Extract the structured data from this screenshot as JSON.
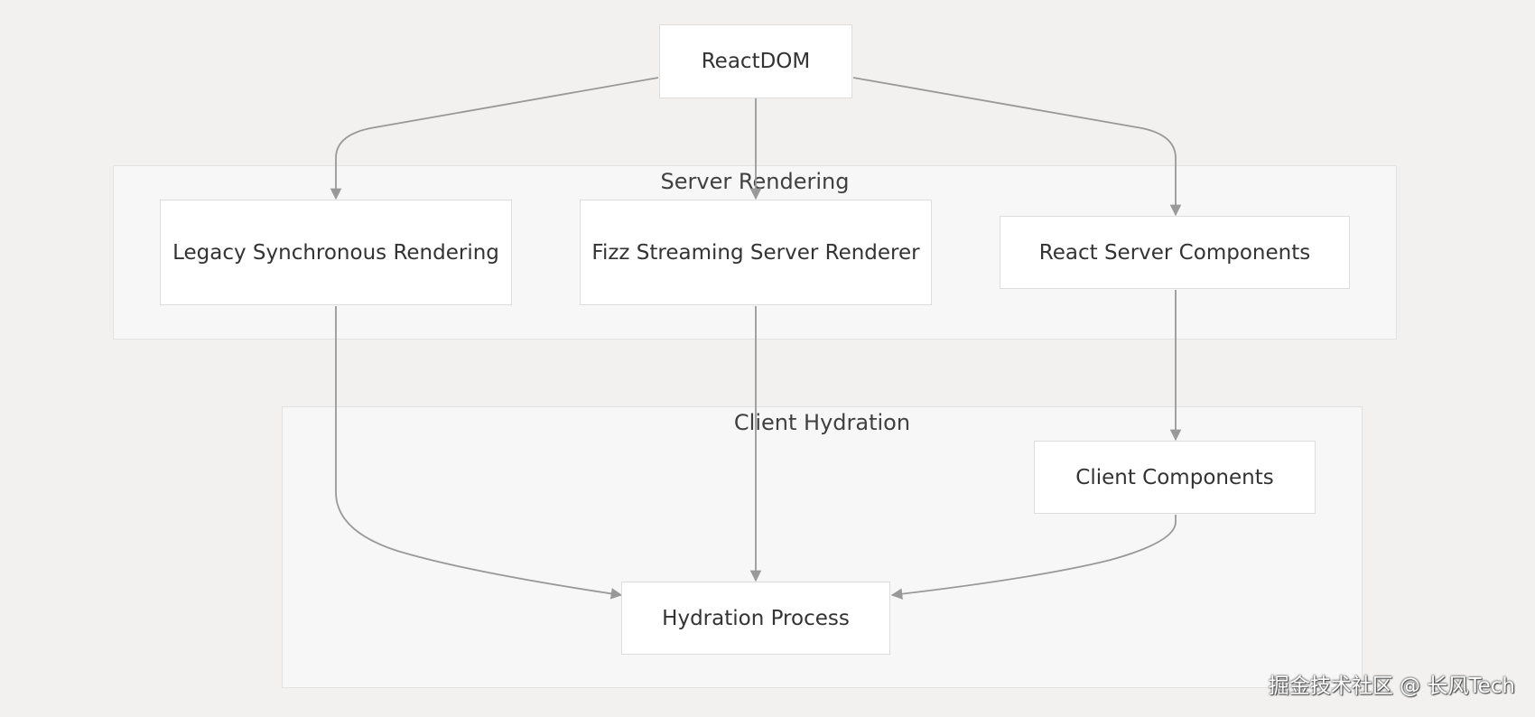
{
  "diagram": {
    "clusters": {
      "server": {
        "label": "Server Rendering"
      },
      "client": {
        "label": "Client Hydration"
      }
    },
    "nodes": {
      "reactdom": "ReactDOM",
      "legacy": "Legacy Synchronous Rendering",
      "fizz": "Fizz Streaming Server Renderer",
      "rsc": "React Server Components",
      "client_components": "Client Components",
      "hydration": "Hydration Process"
    },
    "edges": [
      {
        "from": "ReactDOM",
        "to": "Legacy Synchronous Rendering"
      },
      {
        "from": "ReactDOM",
        "to": "Fizz Streaming Server Renderer"
      },
      {
        "from": "ReactDOM",
        "to": "React Server Components"
      },
      {
        "from": "React Server Components",
        "to": "Client Components"
      },
      {
        "from": "Legacy Synchronous Rendering",
        "to": "Hydration Process"
      },
      {
        "from": "Fizz Streaming Server Renderer",
        "to": "Hydration Process"
      },
      {
        "from": "Client Components",
        "to": "Hydration Process"
      }
    ],
    "colors": {
      "background": "#f2f1f0",
      "cluster_fill": "#f7f7f7",
      "node_fill": "#ffffff",
      "edge": "#999999"
    }
  },
  "watermark": "掘金技术社区 @ 长风Tech"
}
